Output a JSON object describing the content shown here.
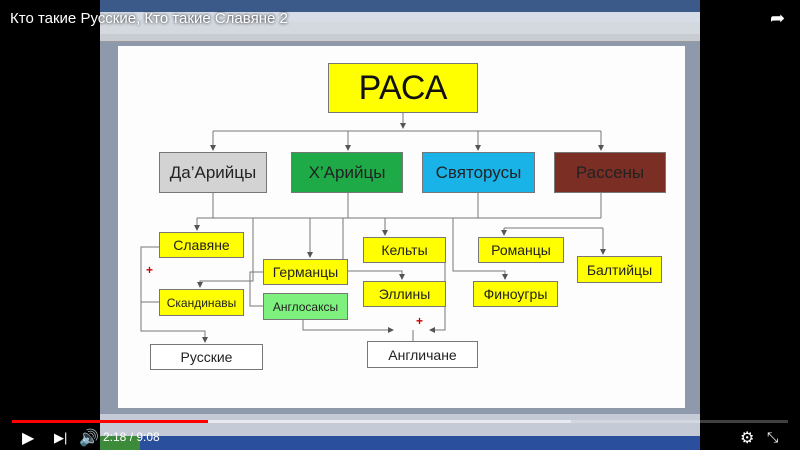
{
  "video_title": "Кто такие Русские, Кто такие Славяне 2",
  "player": {
    "current_time": "2:18",
    "duration": "9:08",
    "time_display": "2:18 / 9:08",
    "progress_percent": 25.2
  },
  "diagram": {
    "root": "РАСА",
    "races": [
      {
        "label": "Да’Арийцы",
        "color": "#d3d3d3"
      },
      {
        "label": "Х’Арийцы",
        "color": "#1faa48"
      },
      {
        "label": "Святорусы",
        "color": "#1ab3e8"
      },
      {
        "label": "Рассены",
        "color": "#7a2e24"
      }
    ],
    "peoples": {
      "slavs": "Славяне",
      "scandinavians": "Скандинавы",
      "germans": "Германцы",
      "anglosaxons": "Англосаксы",
      "celts": "Кельты",
      "hellenes": "Эллины",
      "romans": "Романцы",
      "finno_ugric": "Финоугры",
      "balts": "Балтийцы",
      "russians": "Русские",
      "english": "Англичане"
    },
    "plus": "+"
  },
  "colors": {
    "accent": "#ff0000",
    "root": "#ffff00",
    "anglosaxons": "#7ef07e"
  }
}
